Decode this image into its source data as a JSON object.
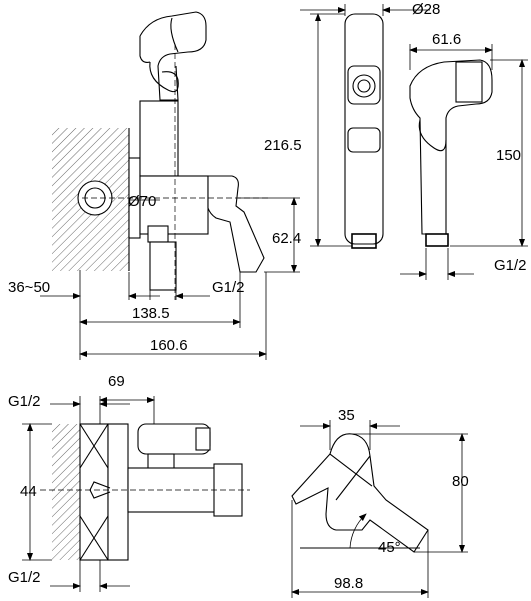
{
  "diagram": {
    "dimensions": {
      "d28": "Ø28",
      "w61_6": "61.6",
      "h216_5": "216.5",
      "h150": "150",
      "d70": "Ø70",
      "h62_4": "62.4",
      "g12_a": "G1/2",
      "w36_50": "36~50",
      "g12_b": "G1/2",
      "w138_5": "138.5",
      "w160_6": "160.6",
      "g12_c": "G1/2",
      "w69": "69",
      "h44": "44",
      "g12_d": "G1/2",
      "w35": "35",
      "h80": "80",
      "a45": "45°",
      "w98_8": "98.8"
    }
  }
}
